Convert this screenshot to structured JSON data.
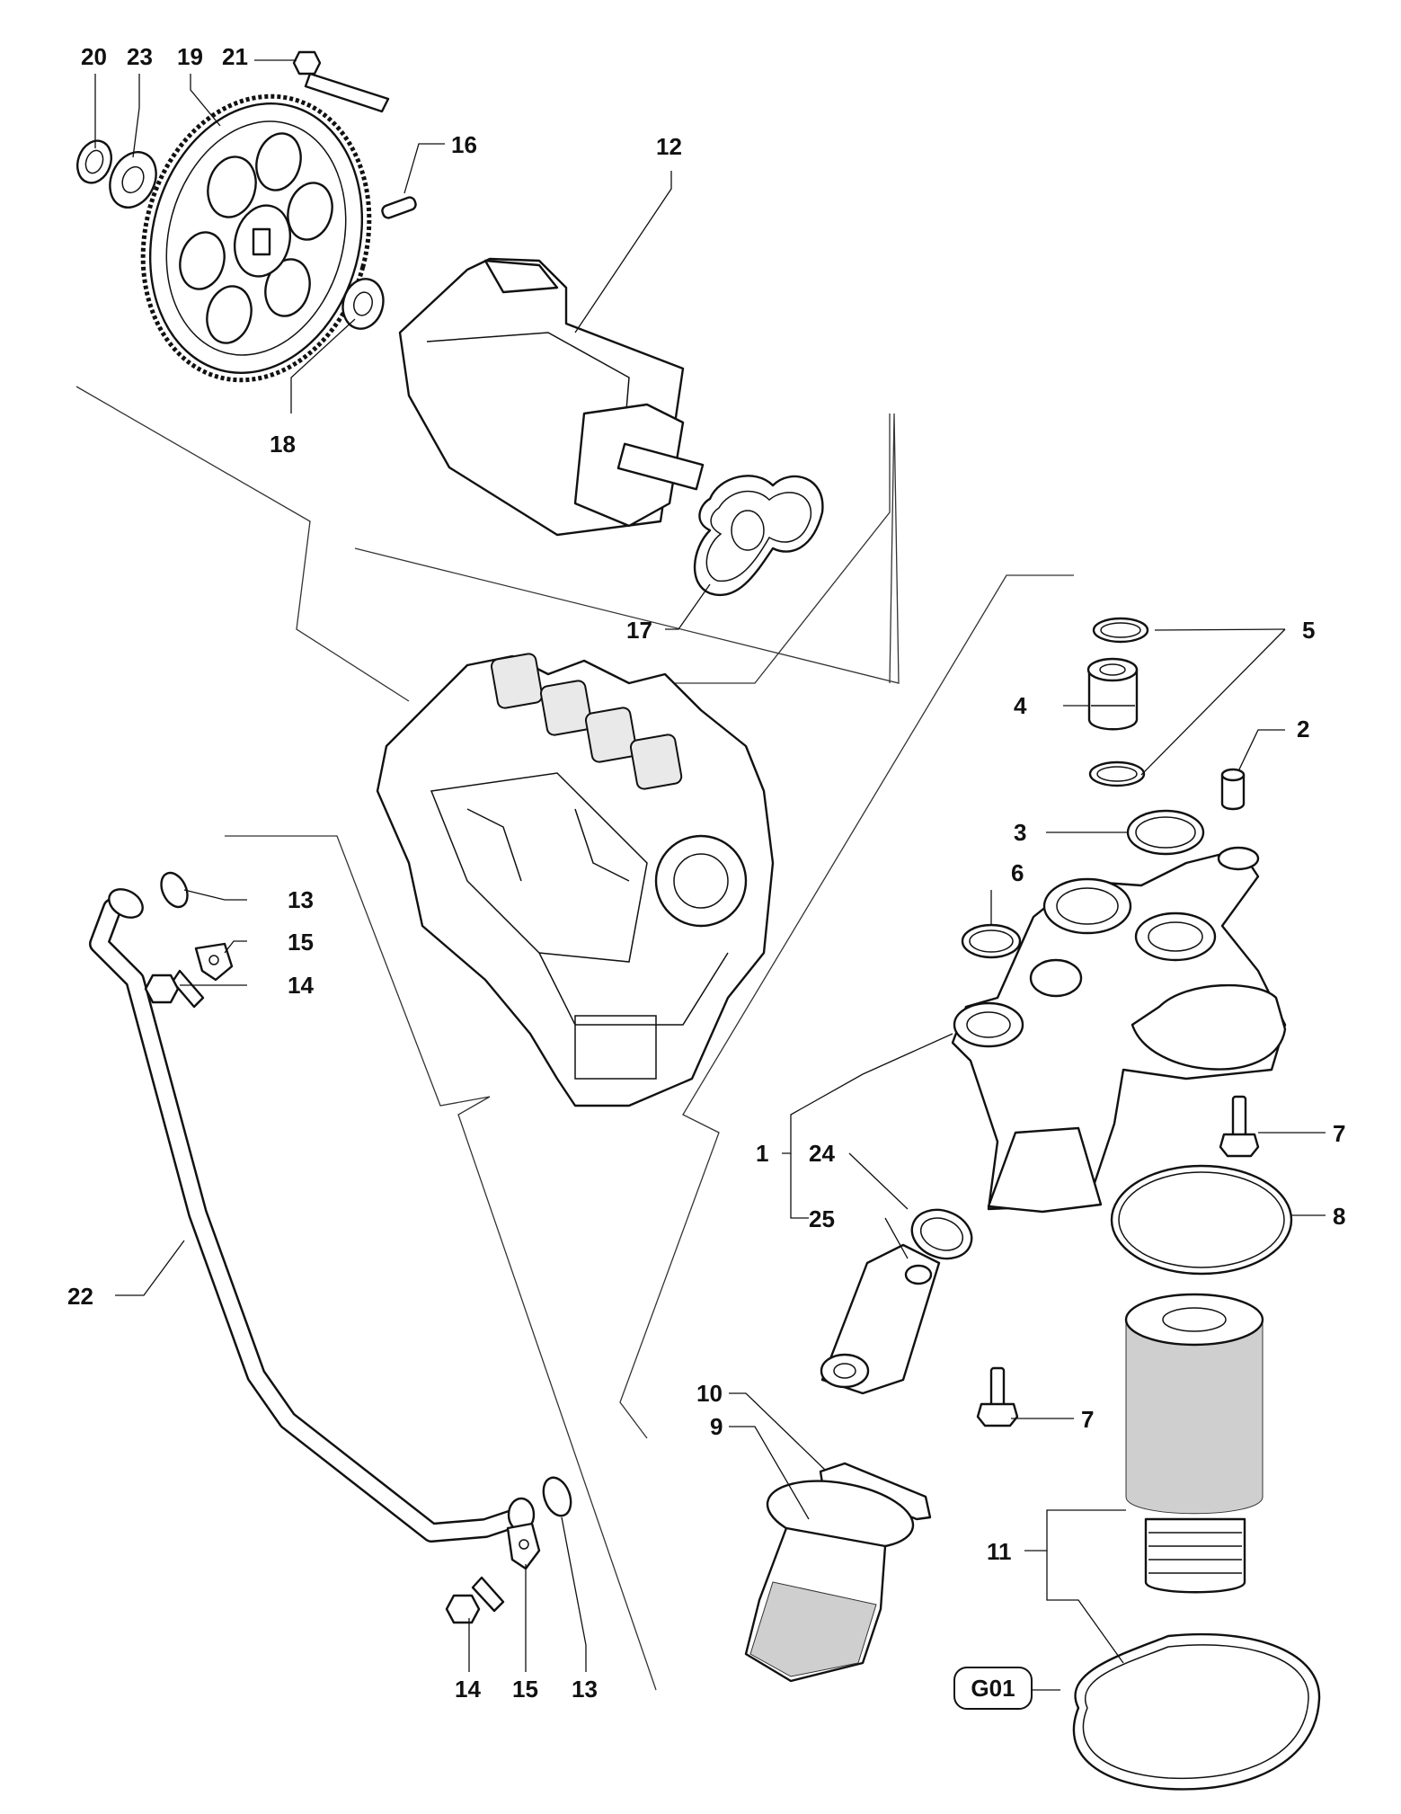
{
  "callouts": {
    "c1": "1",
    "c2": "2",
    "c3": "3",
    "c4": "4",
    "c5": "5",
    "c6": "6",
    "c7a": "7",
    "c7b": "7",
    "c8": "8",
    "c9": "9",
    "c10": "10",
    "c11": "11",
    "c12": "12",
    "c13a": "13",
    "c13b": "13",
    "c14a": "14",
    "c14b": "14",
    "c15a": "15",
    "c15b": "15",
    "c16": "16",
    "c17": "17",
    "c18": "18",
    "c19": "19",
    "c20": "20",
    "c21": "21",
    "c22": "22",
    "c23": "23",
    "c24": "24",
    "c25": "25",
    "g01": "G01"
  }
}
